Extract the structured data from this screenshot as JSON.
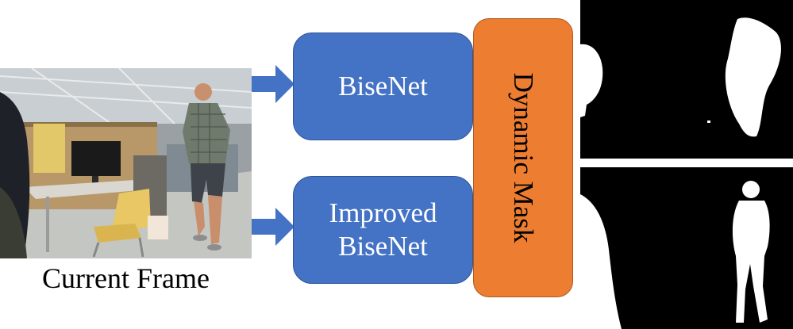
{
  "input": {
    "caption": "Current Frame"
  },
  "models": [
    {
      "label": "BiseNet"
    },
    {
      "label": "Improved BiseNet"
    }
  ],
  "fusion": {
    "label": "Dynamic Mask"
  },
  "colors": {
    "blue": "#4472c4",
    "orange": "#ed7d31",
    "mask_bg": "#000000",
    "mask_fg": "#ffffff"
  }
}
